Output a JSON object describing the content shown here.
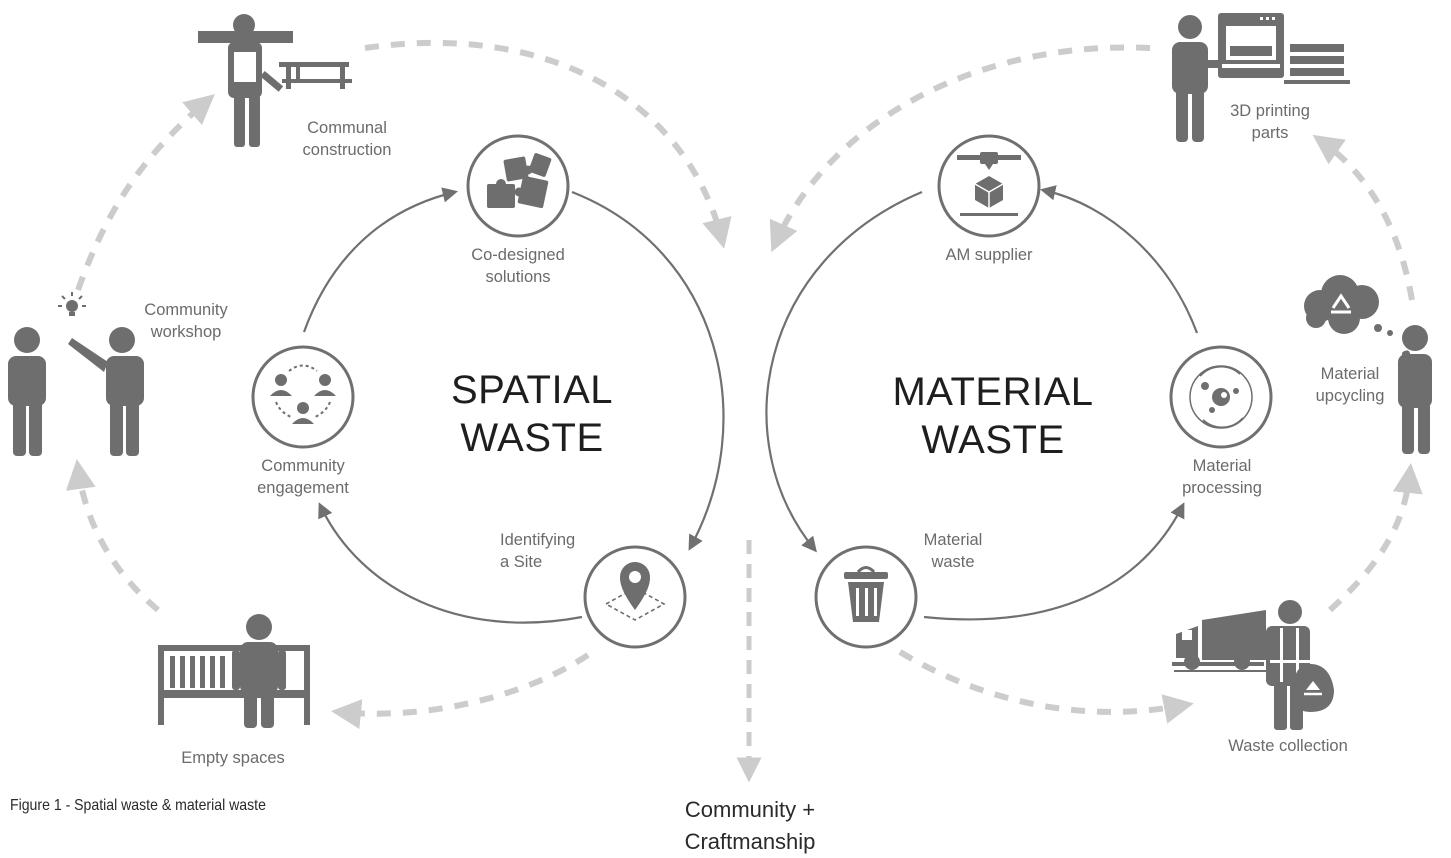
{
  "caption": "Figure 1 - Spatial waste & material waste",
  "center_label": [
    "Community +",
    "Craftmanship"
  ],
  "spatial": {
    "title": [
      "SPATIAL",
      "WASTE"
    ],
    "nodes": {
      "co_designed": [
        "Co-designed",
        "solutions"
      ],
      "engagement": [
        "Community",
        "engagement"
      ],
      "site": [
        "Identifying",
        "a Site"
      ]
    },
    "outer": {
      "construction": [
        "Communal",
        "construction"
      ],
      "workshop": [
        "Community",
        "workshop"
      ],
      "empty": [
        "Empty spaces"
      ]
    }
  },
  "material": {
    "title": [
      "MATERIAL",
      "WASTE"
    ],
    "nodes": {
      "am": [
        "AM supplier"
      ],
      "processing": [
        "Material",
        "processing"
      ],
      "waste": [
        "Material",
        "waste"
      ]
    },
    "outer": {
      "printing": [
        "3D printing",
        "parts"
      ],
      "upcycling": [
        "Material",
        "upcycling"
      ],
      "collection": [
        "Waste collection"
      ]
    }
  },
  "colors": {
    "icon": "#6e6e6e",
    "line": "#707070",
    "dash": "#cccccc",
    "text": "#6b6b6b"
  }
}
